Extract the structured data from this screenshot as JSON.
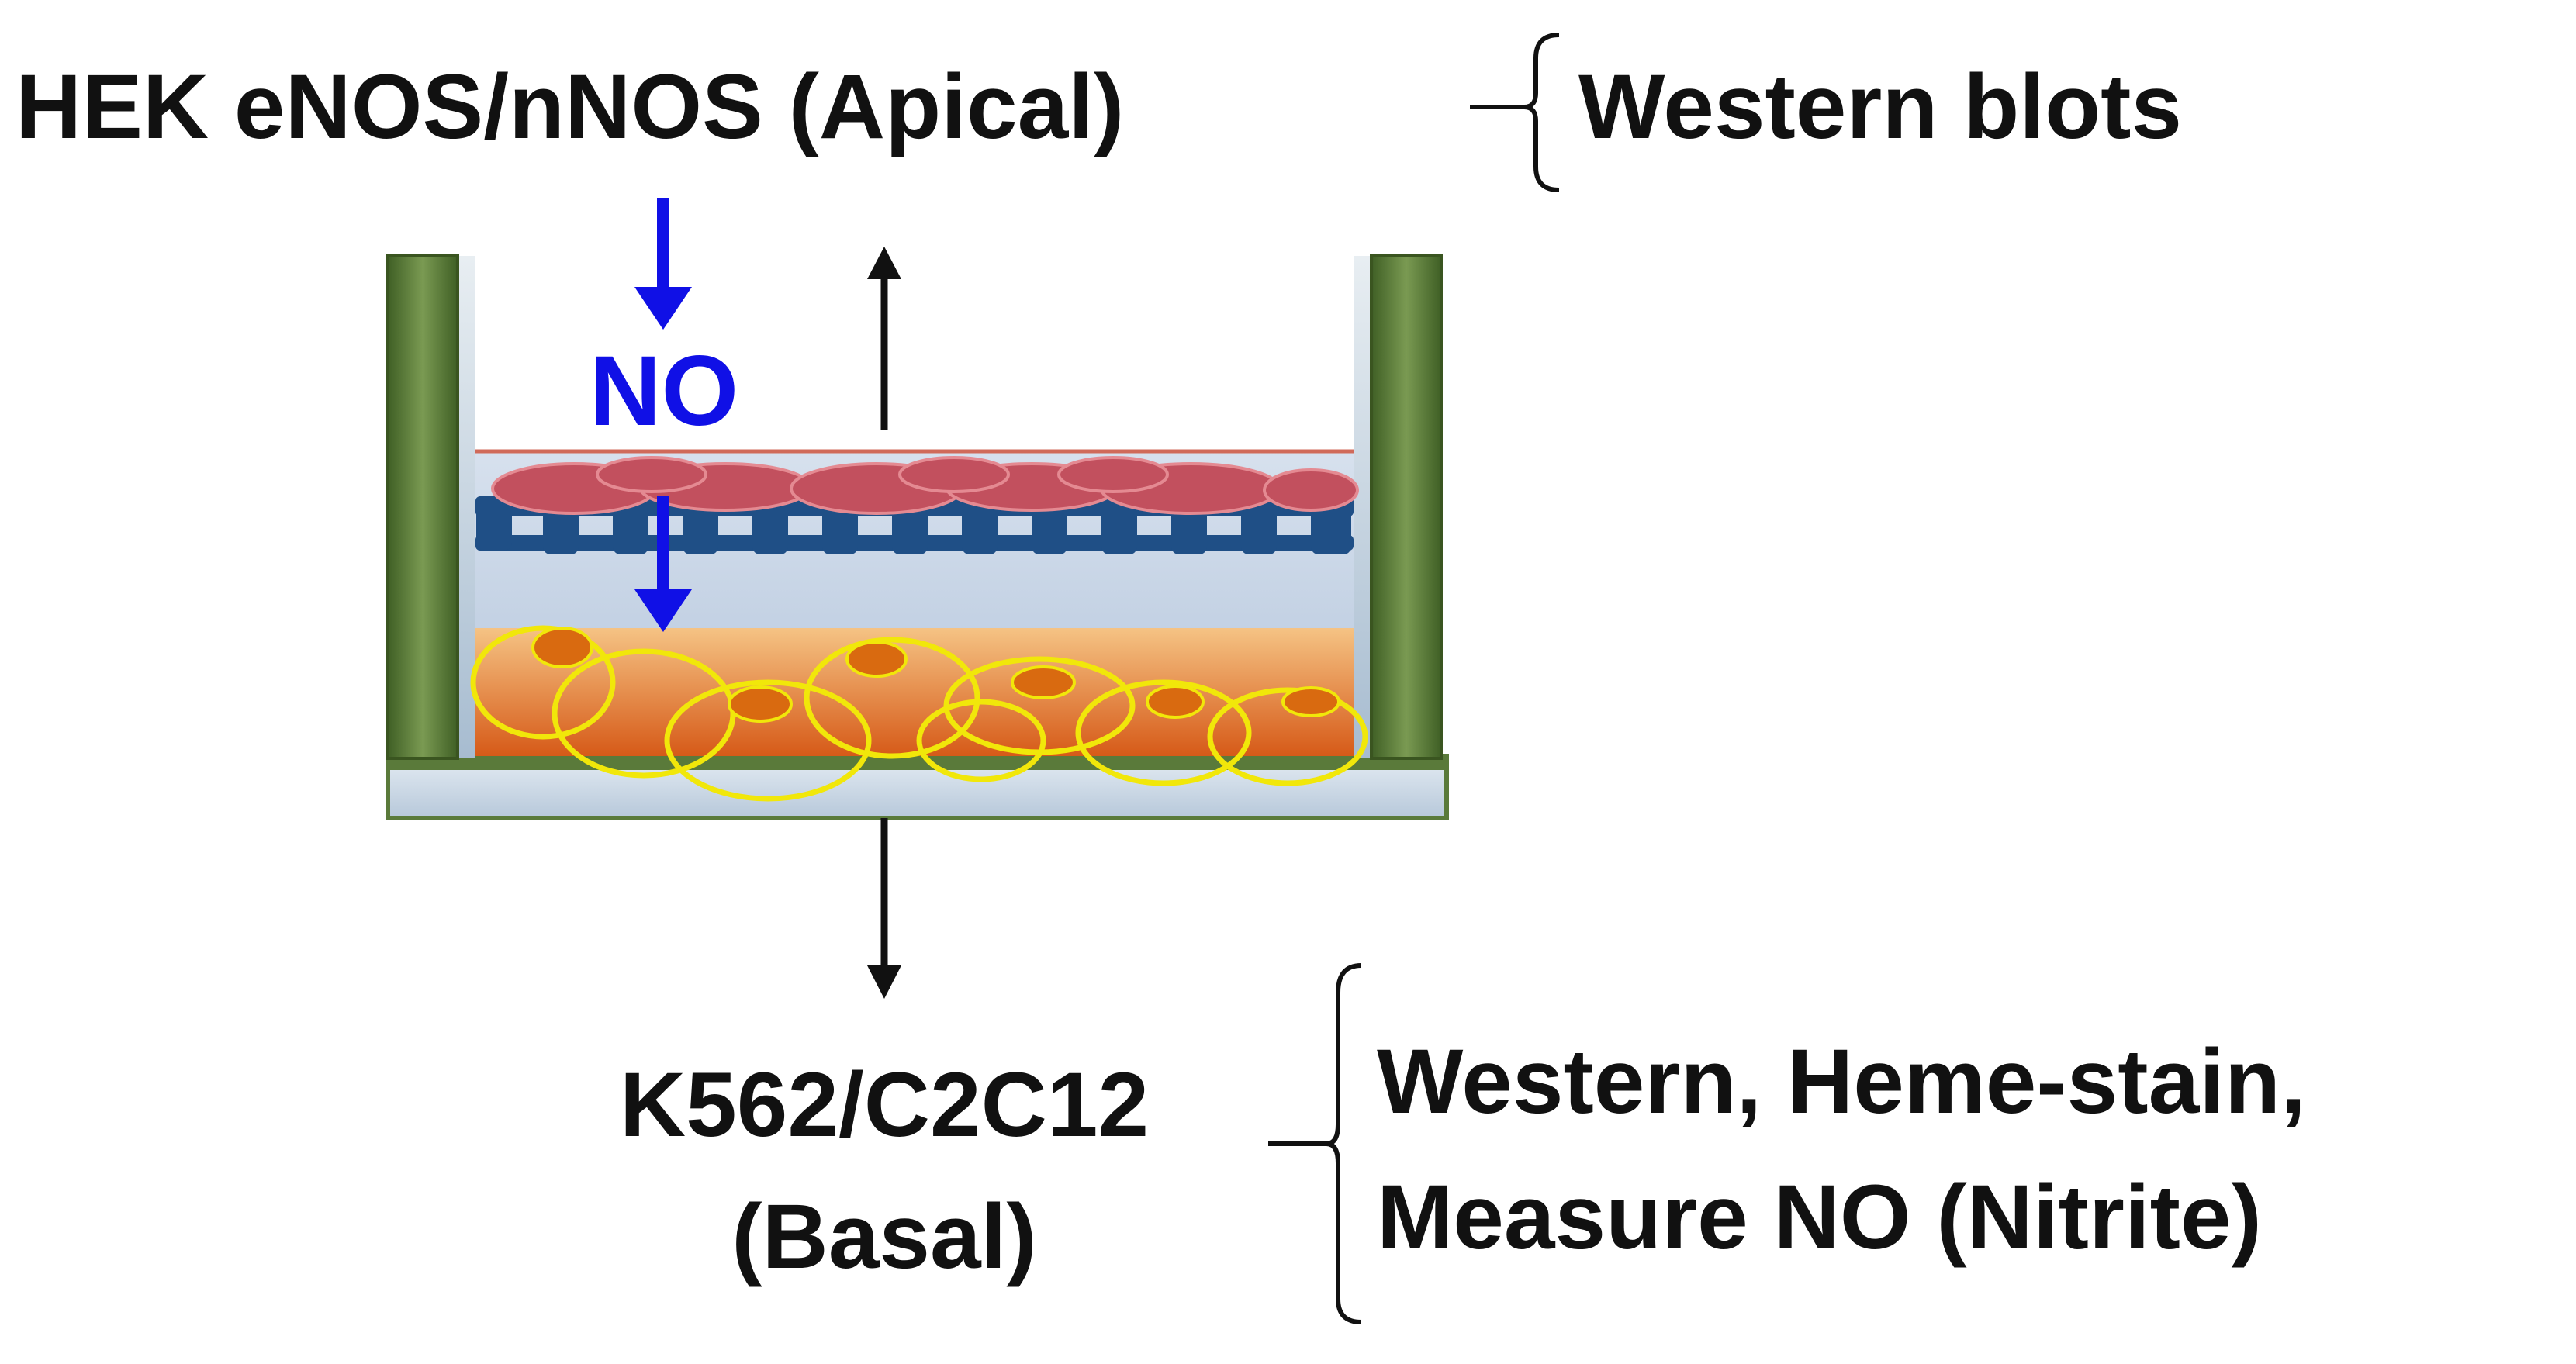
{
  "apical_label": "HEK eNOS/nNOS (Apical)",
  "apical_readout": "Western blots",
  "no_label": "NO",
  "basal_label_line1": "K562/C2C12",
  "basal_label_line2": "(Basal)",
  "basal_readout_line1": "Western, Heme-stain,",
  "basal_readout_line2": "Measure NO (Nitrite)",
  "colors": {
    "text": "#111111",
    "no_arrow": "#1010e6",
    "wall_green": "#5a7a3a",
    "medium_blue": "#c4d2e4",
    "membrane_blue": "#1f4f86",
    "apical_cells": "#c2505e",
    "basal_gradient_top": "#f2b067",
    "basal_gradient_bottom": "#d9601a",
    "basal_cell_outline": "#f1e70a",
    "basal_nucleus": "#d96a10",
    "arrow_black": "#111111"
  }
}
